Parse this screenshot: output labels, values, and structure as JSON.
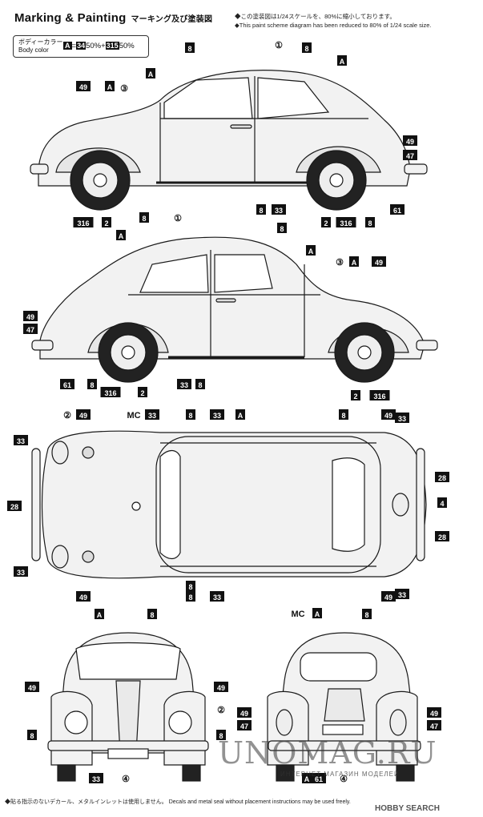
{
  "title": {
    "en": "Marking & Painting",
    "jp": "マーキング及び塗装図"
  },
  "notes": [
    "◆この塗装図は1/24スケールを、80%に縮小しております。",
    "◆This paint scheme diagram has been reduced to 80% of 1/24 scale size."
  ],
  "body_color": {
    "label_jp": "ボディーカラー",
    "label_en": "Body color",
    "letter": "A",
    "eq": "=",
    "c1": "34",
    "p1": "50%",
    "plus": "+",
    "c2": "315",
    "p2": "50%"
  },
  "views": {
    "side1": {
      "labels": [
        "8",
        "①",
        "8",
        "A",
        "A",
        "49",
        "A",
        "③",
        "49",
        "47",
        "316",
        "2",
        "8",
        "33",
        "2",
        "316",
        "8",
        "61"
      ]
    },
    "side2": {
      "labels": [
        "8",
        "①",
        "A",
        "8",
        "A",
        "③",
        "A",
        "49",
        "49",
        "47",
        "61",
        "8",
        "316",
        "2",
        "33",
        "8",
        "2",
        "316"
      ]
    },
    "top": {
      "labels": [
        "②",
        "49",
        "MC",
        "33",
        "8",
        "33",
        "A",
        "8",
        "49",
        "33",
        "33",
        "28",
        "28",
        "4",
        "28",
        "33",
        "49",
        "8",
        "8",
        "33",
        "49",
        "33"
      ]
    },
    "front": {
      "labels": [
        "A",
        "8",
        "49",
        "49",
        "②",
        "8",
        "8",
        "33",
        "④"
      ]
    },
    "rear": {
      "labels": [
        "MC",
        "A",
        "8",
        "49",
        "47",
        "49",
        "47",
        "A",
        "61",
        "④"
      ]
    }
  },
  "car_color": "#f2f2f2",
  "line_color": "#1a1a1a",
  "footer": "◆貼る指示のないデカール、メタルインレットは使用しません。 Decals and metal seal without placement instructions may be used freely.",
  "watermark": {
    "main": "UNOMAG.RU",
    "sub": "ИНТЕРНЕТ МАГАЗИН МОДЕЛЕЙ",
    "brand": "HOBBY SEARCH"
  }
}
